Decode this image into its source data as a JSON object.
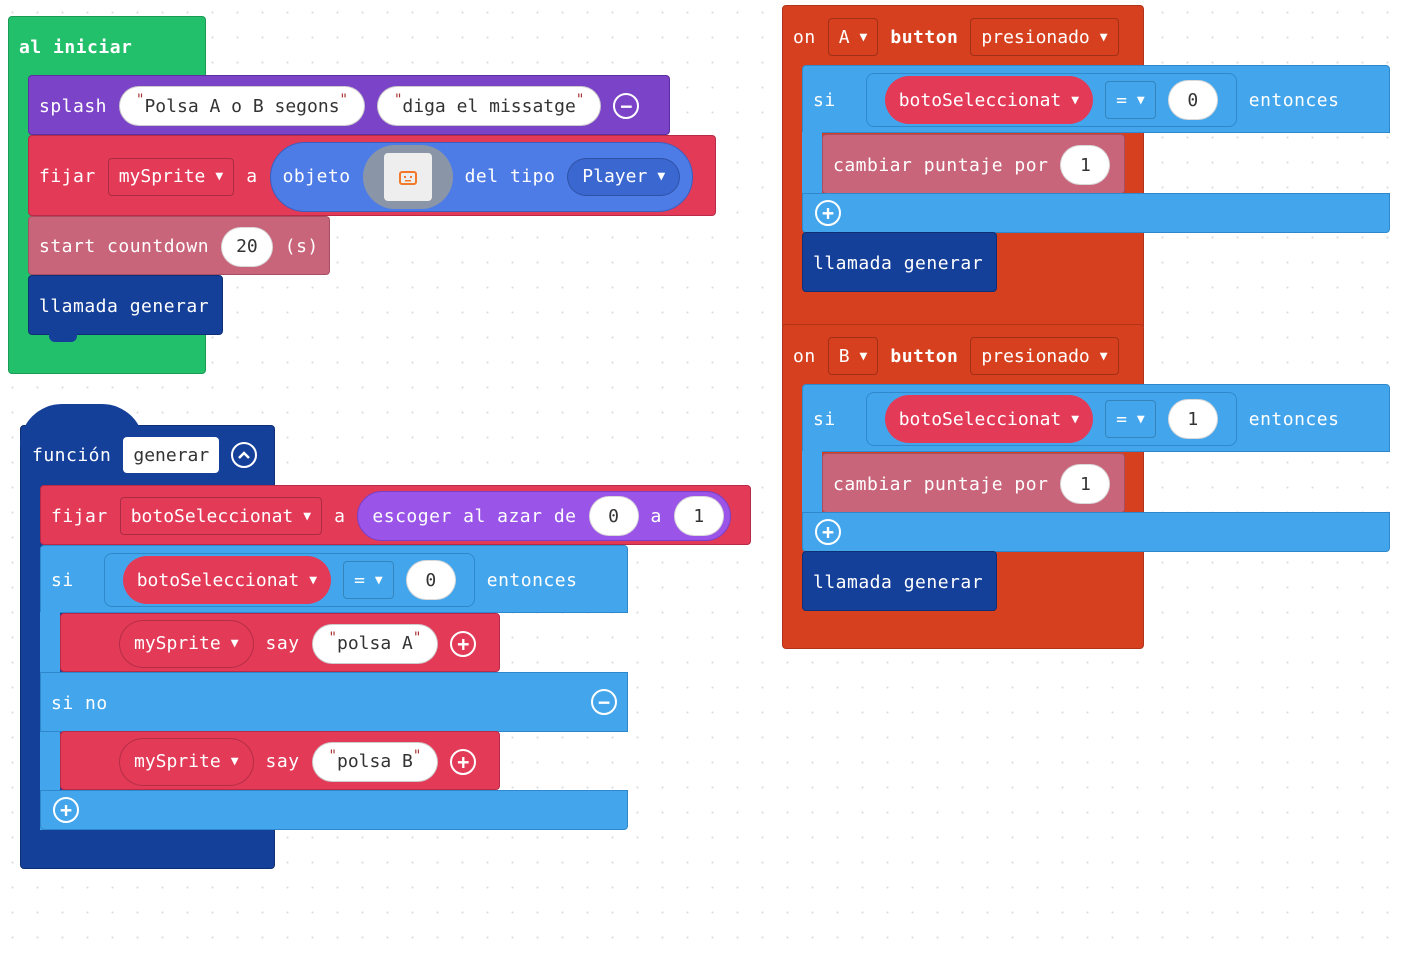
{
  "colors": {
    "green": "#22c06a",
    "purple": "#7b43c8",
    "sprites": "#e33a58",
    "mauve": "#c9657a",
    "func": "#15409a",
    "logic": "#43a6ec",
    "controller": "#d6401f",
    "blue": "#4e7ce6",
    "math": "#9a55e8"
  },
  "on_start": {
    "label": "al iniciar",
    "splash": {
      "label": "splash",
      "text1": "Polsa A o B segons",
      "text2": "diga el missatge",
      "remove_icon": "minus-circle-icon"
    },
    "set_sprite": {
      "label": "fijar",
      "var": "mySprite",
      "a": "a",
      "obj": "objeto",
      "of_kind": "del tipo",
      "kind": "Player"
    },
    "countdown": {
      "label": "start countdown",
      "value": "20",
      "unit": "(s)"
    },
    "call": {
      "label": "llamada generar"
    }
  },
  "function": {
    "label": "función",
    "name": "generar",
    "collapse_icon": "chevron-up-circle-icon",
    "set": {
      "label": "fijar",
      "var": "botoSeleccionat",
      "a": "a",
      "random": "escoger al azar de",
      "from": "0",
      "to_label": "a",
      "to": "1"
    },
    "if": {
      "si": "si",
      "var": "botoSeleccionat",
      "op": "=",
      "value": "0",
      "then": "entonces"
    },
    "say1": {
      "sprite": "mySprite",
      "say": "say",
      "text": "polsa A"
    },
    "else": {
      "label": "si no"
    },
    "say2": {
      "sprite": "mySprite",
      "say": "say",
      "text": "polsa B"
    }
  },
  "onA": {
    "on": "on",
    "button": "A",
    "button_label": "button",
    "event": "presionado",
    "if": {
      "si": "si",
      "var": "botoSeleccionat",
      "op": "=",
      "value": "0",
      "then": "entonces"
    },
    "change": {
      "label": "cambiar puntaje por",
      "value": "1"
    },
    "call": {
      "label": "llamada generar"
    }
  },
  "onB": {
    "on": "on",
    "button": "B",
    "button_label": "button",
    "event": "presionado",
    "if": {
      "si": "si",
      "var": "botoSeleccionat",
      "op": "=",
      "value": "1",
      "then": "entonces"
    },
    "change": {
      "label": "cambiar puntaje por",
      "value": "1"
    },
    "call": {
      "label": "llamada generar"
    }
  }
}
